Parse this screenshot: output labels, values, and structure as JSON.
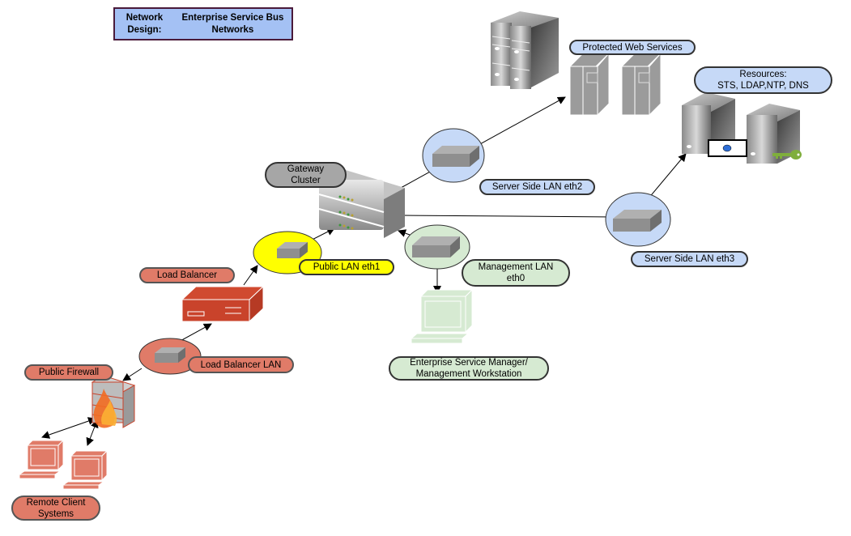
{
  "title": {
    "line1": "Network Design:",
    "line2": "Enterprise Service Bus Networks"
  },
  "labels": {
    "protected_web_services": "Protected Web Services",
    "resources": "Resources:\nSTS, LDAP,NTP, DNS",
    "gateway_cluster": "Gateway\nCluster",
    "server_side_lan_eth2": "Server Side LAN eth2",
    "server_side_lan_eth3": "Server Side LAN eth3",
    "public_lan_eth1": "Public LAN eth1",
    "management_lan_eth0": "Management LAN\neth0",
    "load_balancer": "Load Balancer",
    "load_balancer_lan": "Load Balancer LAN",
    "public_firewall": "Public Firewall",
    "enterprise_service_manager": "Enterprise Service Manager/\nManagement Workstation",
    "remote_client_systems": "Remote Client\nSystems"
  },
  "colors": {
    "server_side": "#c6d9f7",
    "public": "#ffff00",
    "management": "#d6ead2",
    "external": "#e07b68",
    "gateway": "#a6a6a6",
    "load_balancer_device": "#c9432b",
    "key": "#7fae3c"
  },
  "icons": {
    "db_server": "server-cluster-icon",
    "web_services": "mainframe-icon",
    "resource_servers": "tower-server-icon",
    "key": "key-icon",
    "gateway": "stacked-appliance-icon",
    "switch": "network-switch-icon",
    "workstation": "desktop-computer-icon",
    "firewall": "firewall-icon",
    "load_balancer": "load-balancer-icon"
  }
}
